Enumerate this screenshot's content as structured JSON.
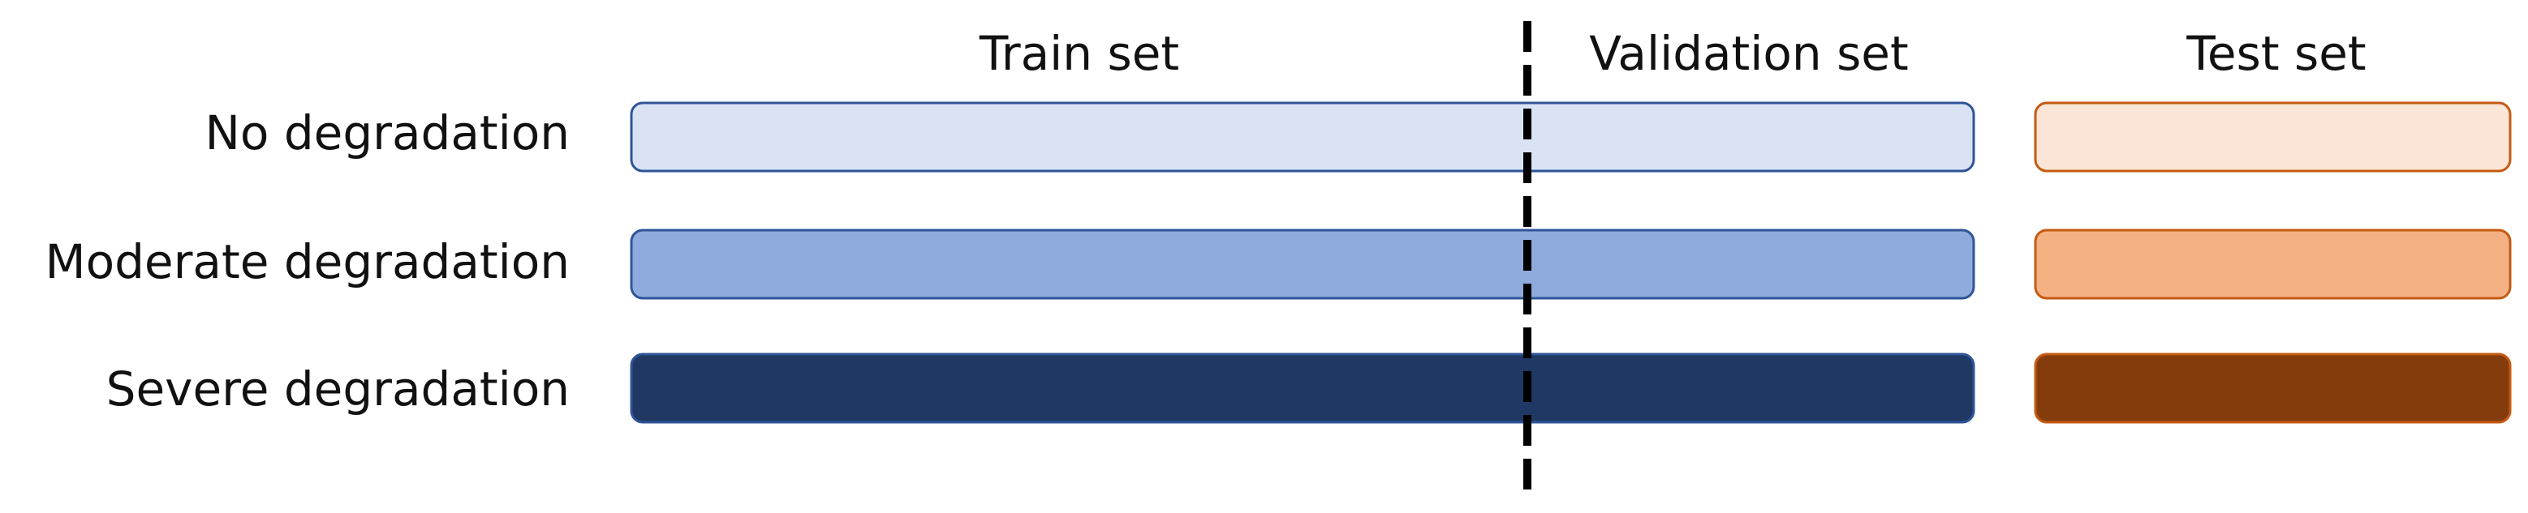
{
  "headers": {
    "train": "Train set",
    "validation": "Validation set",
    "test": "Test set"
  },
  "rows": [
    {
      "label": "No degradation",
      "train_val_color": "#dae3f3",
      "train_val_border": "#2f5597",
      "test_color": "#fbe5d6",
      "test_border": "#c55a11"
    },
    {
      "label": "Moderate degradation",
      "train_val_color": "#8faadc",
      "train_val_border": "#2f5597",
      "test_color": "#f4b183",
      "test_border": "#c55a11"
    },
    {
      "label": "Severe degradation",
      "train_val_color": "#203864",
      "train_val_border": "#2f5597",
      "test_color": "#843c0c",
      "test_border": "#c55a11"
    }
  ],
  "divider": {
    "color": "#000000",
    "style": "dashed"
  }
}
